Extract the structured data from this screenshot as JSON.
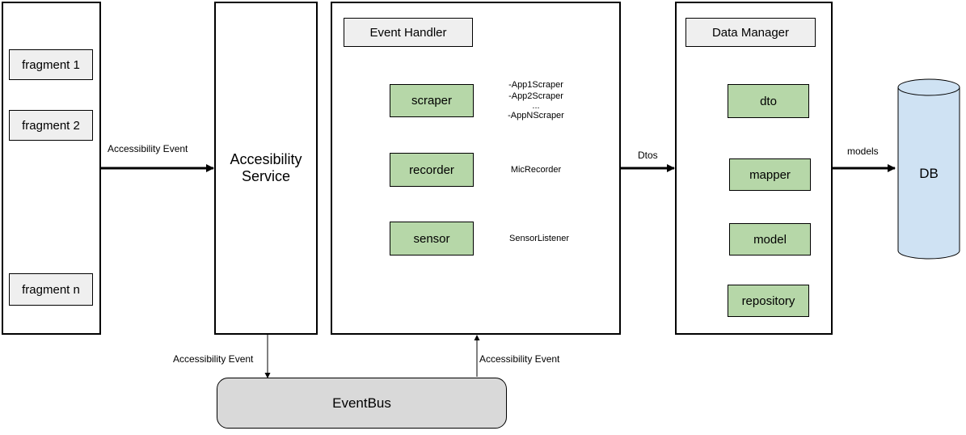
{
  "fragments": {
    "items": [
      {
        "label": "fragment 1"
      },
      {
        "label": "fragment 2"
      },
      {
        "label": "fragment n"
      }
    ]
  },
  "accessibility_service": {
    "title_line1": "Accesibility",
    "title_line2": "Service"
  },
  "event_handler": {
    "title": "Event Handler",
    "components": [
      {
        "label": "scraper",
        "details": [
          "-App1Scraper",
          "-App2Scraper",
          "...",
          "-AppNScraper"
        ]
      },
      {
        "label": "recorder",
        "details": [
          "MicRecorder"
        ]
      },
      {
        "label": "sensor",
        "details": [
          "SensorListener"
        ]
      }
    ]
  },
  "data_manager": {
    "title": "Data Manager",
    "components": [
      {
        "label": "dto"
      },
      {
        "label": "mapper"
      },
      {
        "label": "model"
      },
      {
        "label": "repository"
      }
    ]
  },
  "db": {
    "label": "DB"
  },
  "eventbus": {
    "label": "EventBus"
  },
  "connections": {
    "fragments_to_service": "Accessibility Event",
    "service_to_eventbus": "Accessibility Event",
    "eventbus_to_handler": "Accessibility Event",
    "handler_to_manager": "Dtos",
    "manager_to_db": "models"
  },
  "colors": {
    "component_green": "#b6d7a8",
    "title_gray": "#efefef",
    "db_blue": "#cfe2f3",
    "eventbus_gray": "#d9d9d9"
  }
}
